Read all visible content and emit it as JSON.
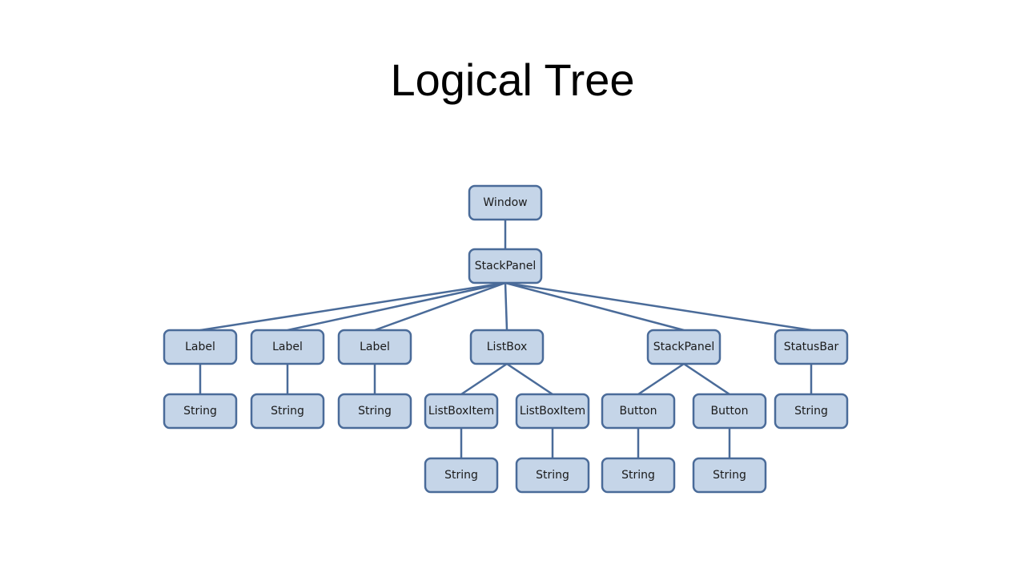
{
  "title": "Logical Tree",
  "colors": {
    "node_fill": "#c5d5e8",
    "node_stroke": "#4a6b99",
    "edge": "#4a6b99"
  },
  "nodes": [
    {
      "id": "window",
      "label": "Window",
      "parent": null
    },
    {
      "id": "stackpanel-root",
      "label": "StackPanel",
      "parent": "window"
    },
    {
      "id": "label-1",
      "label": "Label",
      "parent": "stackpanel-root"
    },
    {
      "id": "label-2",
      "label": "Label",
      "parent": "stackpanel-root"
    },
    {
      "id": "label-3",
      "label": "Label",
      "parent": "stackpanel-root"
    },
    {
      "id": "listbox",
      "label": "ListBox",
      "parent": "stackpanel-root"
    },
    {
      "id": "stackpanel-inner",
      "label": "StackPanel",
      "parent": "stackpanel-root"
    },
    {
      "id": "statusbar",
      "label": "StatusBar",
      "parent": "stackpanel-root"
    },
    {
      "id": "string-label-1",
      "label": "String",
      "parent": "label-1"
    },
    {
      "id": "string-label-2",
      "label": "String",
      "parent": "label-2"
    },
    {
      "id": "string-label-3",
      "label": "String",
      "parent": "label-3"
    },
    {
      "id": "listboxitem-1",
      "label": "ListBoxItem",
      "parent": "listbox"
    },
    {
      "id": "listboxitem-2",
      "label": "ListBoxItem",
      "parent": "listbox"
    },
    {
      "id": "button-1",
      "label": "Button",
      "parent": "stackpanel-inner"
    },
    {
      "id": "button-2",
      "label": "Button",
      "parent": "stackpanel-inner"
    },
    {
      "id": "string-statusbar",
      "label": "String",
      "parent": "statusbar"
    },
    {
      "id": "string-listboxitem-1",
      "label": "String",
      "parent": "listboxitem-1"
    },
    {
      "id": "string-listboxitem-2",
      "label": "String",
      "parent": "listboxitem-2"
    },
    {
      "id": "string-button-1",
      "label": "String",
      "parent": "button-1"
    },
    {
      "id": "string-button-2",
      "label": "String",
      "parent": "button-2"
    }
  ]
}
